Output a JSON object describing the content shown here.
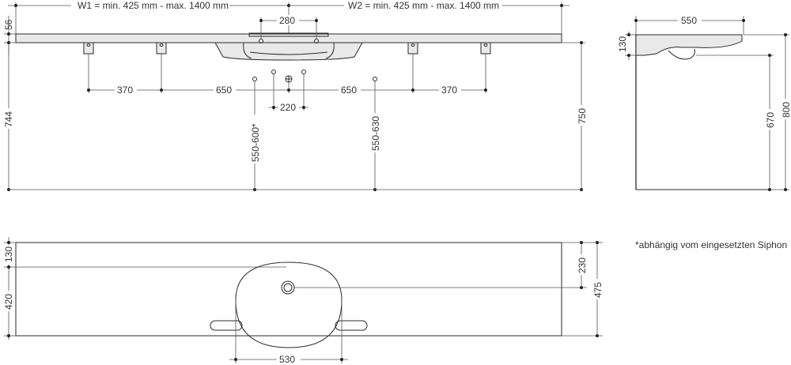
{
  "front_view": {
    "w1_label": "W1 = min. 425 mm - max. 1400 mm",
    "w2_label": "W2 = min. 425 mm - max. 1400 mm",
    "dim_56": "56",
    "dim_280": "280",
    "dim_370_left": "370",
    "dim_650_left": "650",
    "dim_650_right": "650",
    "dim_370_right": "370",
    "dim_220": "220",
    "dim_744": "744",
    "dim_550_600": "550-600*",
    "dim_550_630": "550-630",
    "dim_750": "750"
  },
  "side_view": {
    "dim_550": "550",
    "dim_130": "130",
    "dim_670": "670",
    "dim_800": "800"
  },
  "top_view": {
    "dim_130": "130",
    "dim_420": "420",
    "dim_230": "230",
    "dim_475": "475",
    "dim_530": "530"
  },
  "footnote": "*abhängig vom eingesetzten Siphon"
}
